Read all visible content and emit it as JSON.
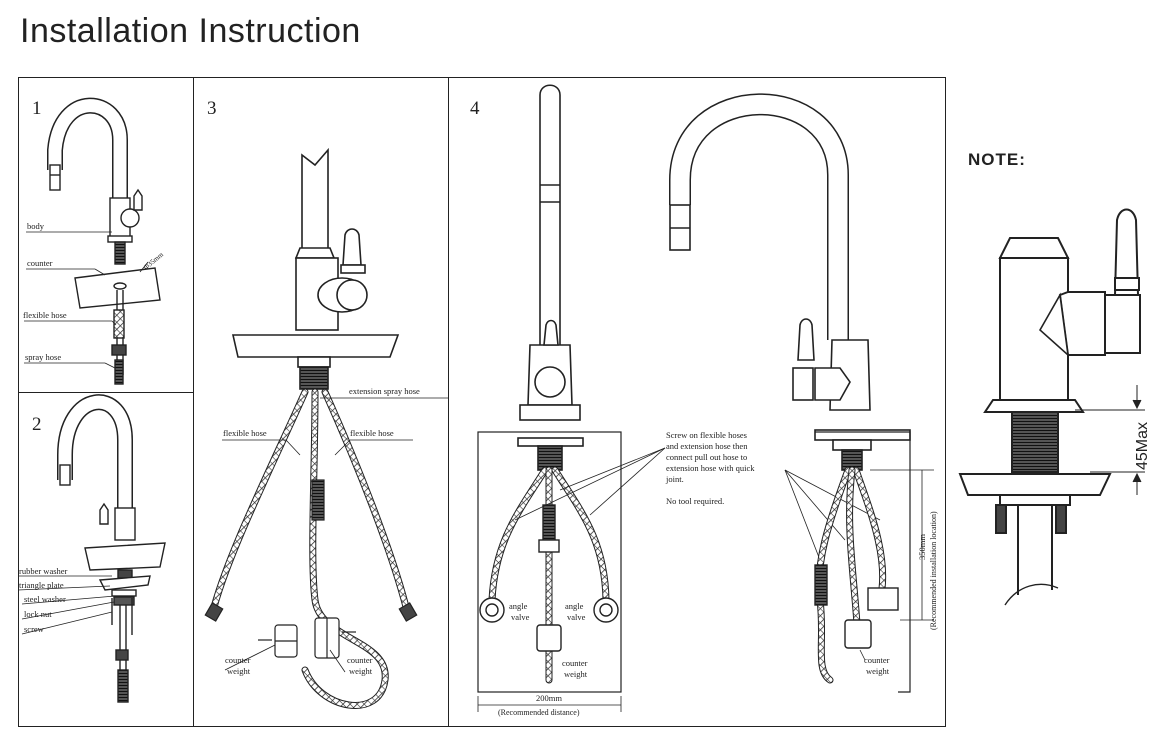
{
  "title": "Installation Instruction",
  "note": "NOTE:",
  "step1": {
    "number": "1",
    "labels": [
      "body",
      "counter",
      "flexible hose",
      "spray hose"
    ],
    "dimension": "Φ35mm"
  },
  "step2": {
    "number": "2",
    "labels": [
      "rubber washer",
      "triangle plate",
      "steel washer",
      "lock nut",
      "screw"
    ]
  },
  "step3": {
    "number": "3",
    "extension_spray_hose": "extension spray hose",
    "flexible_hose_left": "flexible hose",
    "flexible_hose_right": "flexible hose",
    "counter_weight_left": [
      "counter",
      "weight"
    ],
    "counter_weight_right": [
      "counter",
      "weight"
    ]
  },
  "step4": {
    "number": "4",
    "instruction": [
      "Screw on flexible hoses",
      "and extension hose then",
      "connect pull out hose to",
      "extension hose with quick",
      "joint."
    ],
    "no_tool": "No tool required.",
    "angle_valve_left": [
      "angle",
      "valve"
    ],
    "angle_valve_right": [
      "angle",
      "valve"
    ],
    "counter_weight_center": [
      "counter",
      "weight"
    ],
    "counter_weight_side": [
      "counter",
      "weight"
    ],
    "distance": "200mm",
    "distance_note": "(Recommended distance)",
    "height": "350mm",
    "height_note": "(Recommended installation location)"
  },
  "note_dim": "45Max"
}
